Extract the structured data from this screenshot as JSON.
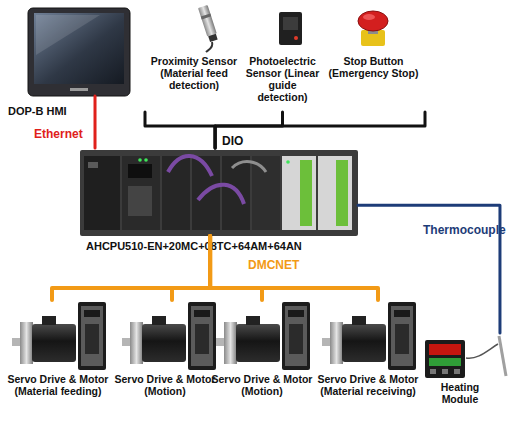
{
  "diagram": {
    "nodes": [
      {
        "text": [
          "DOP-B HMI"
        ]
      },
      {
        "text": [
          "Proximity Sensor (Material feed detection)"
        ]
      },
      {
        "text": [
          "Photoelectric Sensor (Linear guide detection)"
        ]
      },
      {
        "text": [
          "Stop Button (Emergency Stop)"
        ]
      },
      {
        "text": [
          "AHCPU510-EN+20MC+08TC+64AM+64AN"
        ]
      },
      {
        "text": [
          "Servo Drive & Motor (Material feeding)"
        ]
      },
      {
        "text": [
          "Servo Drive & Motor (Motion)"
        ]
      },
      {
        "text": [
          "Servo Drive & Motor (Motion)"
        ]
      },
      {
        "text": [
          "Servo Drive & Motor (Material receiving)"
        ]
      },
      {
        "text": [
          "Heating Module"
        ]
      }
    ],
    "edges": [
      {
        "from": 0,
        "to": 4,
        "label": "Ethernet",
        "arrow": "none"
      },
      {
        "from": 1,
        "to": 4,
        "arrow": "none"
      },
      {
        "from": 2,
        "to": 4,
        "label": "DIO",
        "arrow": "none"
      },
      {
        "from": 3,
        "to": 4,
        "arrow": "none"
      },
      {
        "from": 4,
        "to": 5,
        "label": "DMCNET",
        "arrow": "none"
      },
      {
        "from": 4,
        "to": 6,
        "arrow": "none"
      },
      {
        "from": 4,
        "to": 7,
        "arrow": "none"
      },
      {
        "from": 4,
        "to": 8,
        "arrow": "none"
      },
      {
        "from": 4,
        "to": 9,
        "label": "Thermocouple",
        "arrow": "none"
      }
    ]
  }
}
